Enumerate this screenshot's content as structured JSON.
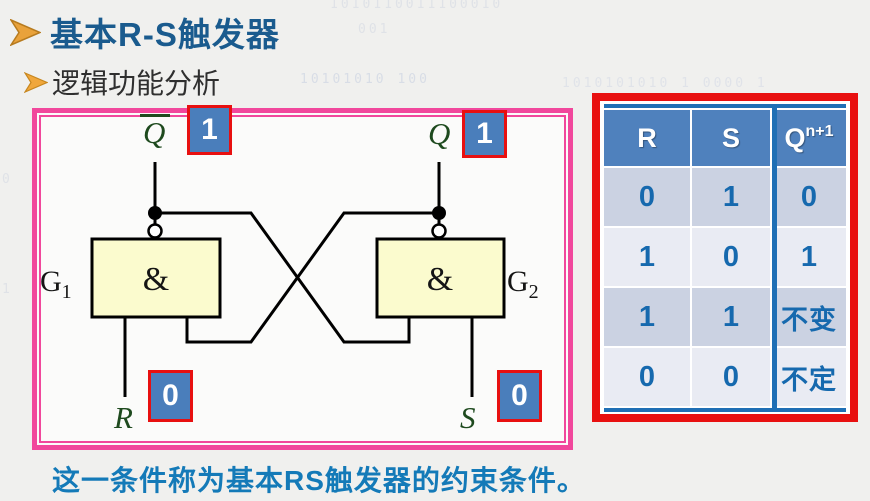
{
  "slide": {
    "title": "基本R-S触发器",
    "subtitle": "逻辑功能分析",
    "caption": "这一条件称为基本RS触发器的约束条件。"
  },
  "circuit": {
    "gates": {
      "g1": {
        "name": "G",
        "sub": "1",
        "symbol": "&"
      },
      "g2": {
        "name": "G",
        "sub": "2",
        "symbol": "&"
      }
    },
    "terminals": {
      "qbar": {
        "label": "Q",
        "value": "1"
      },
      "q": {
        "label": "Q",
        "value": "1"
      },
      "r": {
        "label": "R",
        "value": "0"
      },
      "s": {
        "label": "S",
        "value": "0"
      }
    }
  },
  "truth_table": {
    "headers": {
      "col1": "R",
      "col2": "S",
      "col3_base": "Q",
      "col3_sup": "n+1"
    },
    "rows": [
      [
        "0",
        "1",
        "0"
      ],
      [
        "1",
        "0",
        "1"
      ],
      [
        "1",
        "1",
        "不变"
      ],
      [
        "0",
        "0",
        "不定"
      ]
    ]
  },
  "background_decor": {
    "b1": "1010110011100010",
    "b2": "001",
    "b3": "10101010 100",
    "b4": "1010101010 1 0000 1",
    "b5": "0",
    "b6": "1"
  },
  "colors": {
    "title_blue": "#1A5B8E",
    "bullet_orange": "#E9A23B",
    "caption_blue": "#147AB8",
    "box_pink": "#F1479C",
    "border_red": "#E81010",
    "badge_blue": "#4A7EBB",
    "gate_yellow": "#FBFBCE",
    "label_green": "#1E4A1E",
    "table_header_blue": "#4F81BD",
    "table_row_dark": "#CBD2E2",
    "table_row_light": "#E9EBF3",
    "table_accent_blue": "#1F6FB5",
    "table_text_blue": "#1669AE"
  }
}
